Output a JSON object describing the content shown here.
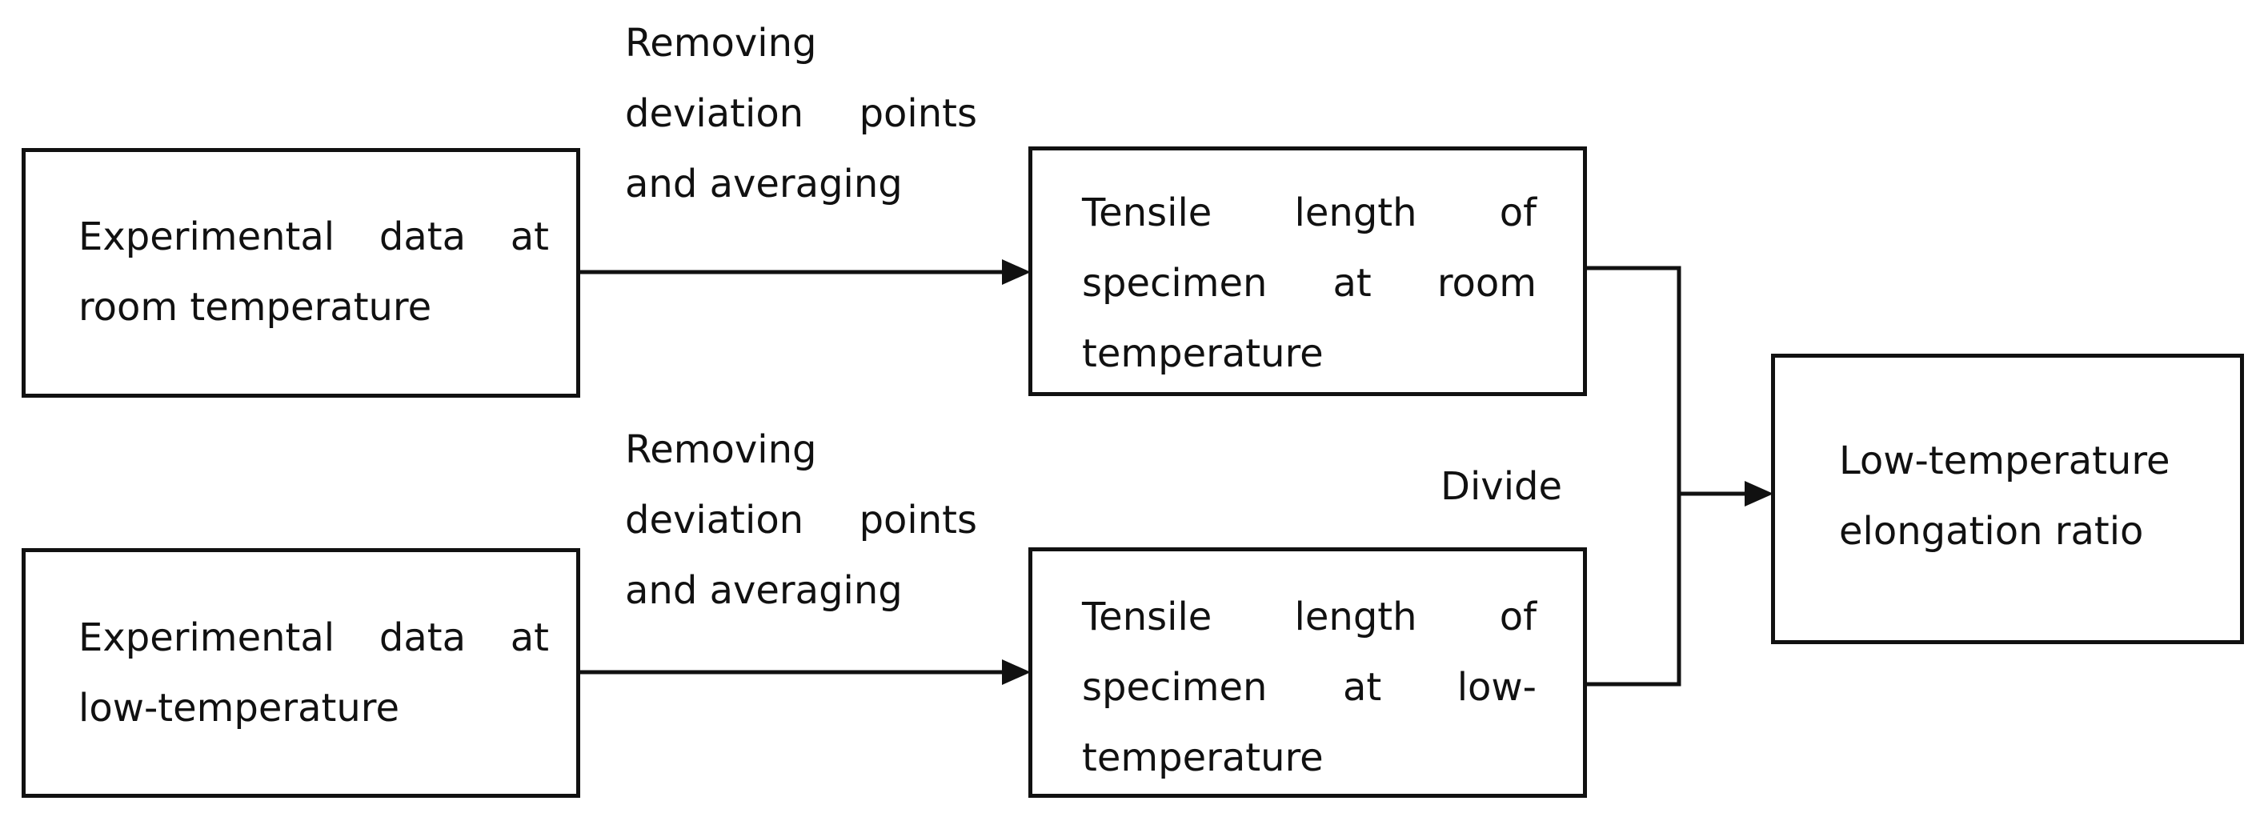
{
  "nodes": {
    "room_data": {
      "lines": [
        "Experimental data at",
        "room temperature"
      ]
    },
    "low_data": {
      "lines": [
        "Experimental data at",
        "low-temperature"
      ]
    },
    "room_length": {
      "lines": [
        "Tensile length of",
        "specimen at room",
        "temperature"
      ]
    },
    "low_length": {
      "lines": [
        "Tensile length of",
        "specimen at low-",
        "temperature"
      ]
    },
    "ratio": {
      "lines": [
        "Low-temperature",
        "elongation ratio"
      ]
    }
  },
  "edges": {
    "room_process": {
      "lines": [
        "Removing",
        "deviation points",
        "and averaging"
      ]
    },
    "low_process": {
      "lines": [
        "Removing",
        "deviation points",
        "and averaging"
      ]
    },
    "merge": {
      "label": "Divide"
    }
  },
  "colors": {
    "stroke": "#111111",
    "background": "#ffffff"
  }
}
